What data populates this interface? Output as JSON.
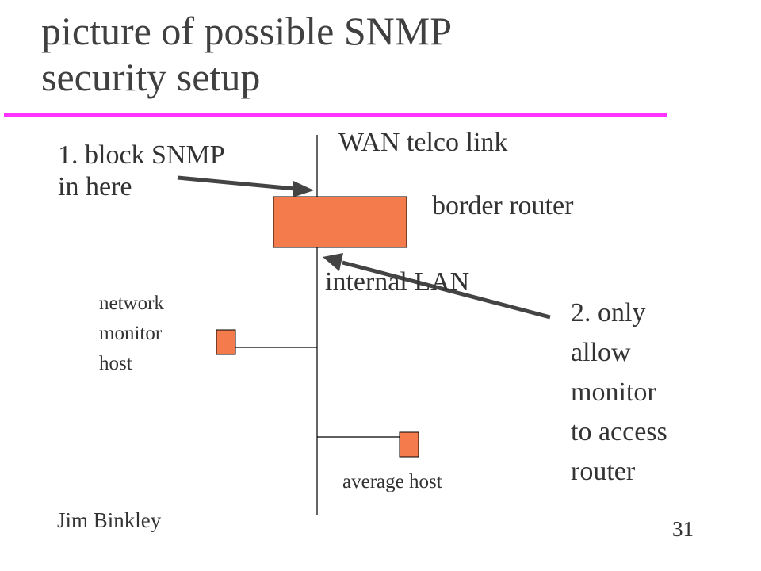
{
  "slide": {
    "title_lines": [
      "picture of possible SNMP",
      "security setup"
    ],
    "footer_author": "Jim Binkley",
    "page_number": "31"
  },
  "diagram": {
    "wan_label": "WAN telco link",
    "router_label": "border router",
    "lan_label": "internal LAN",
    "monitor_label_lines": [
      "network",
      "monitor",
      "host"
    ],
    "average_host_label": "average host",
    "note1_lines": [
      "1. block SNMP",
      "in here"
    ],
    "note2_lines": [
      "2. only",
      "allow",
      "monitor",
      "to access",
      "router"
    ]
  },
  "colors": {
    "accent_rule": "#ff33ff",
    "device_fill": "#f47c4c"
  }
}
